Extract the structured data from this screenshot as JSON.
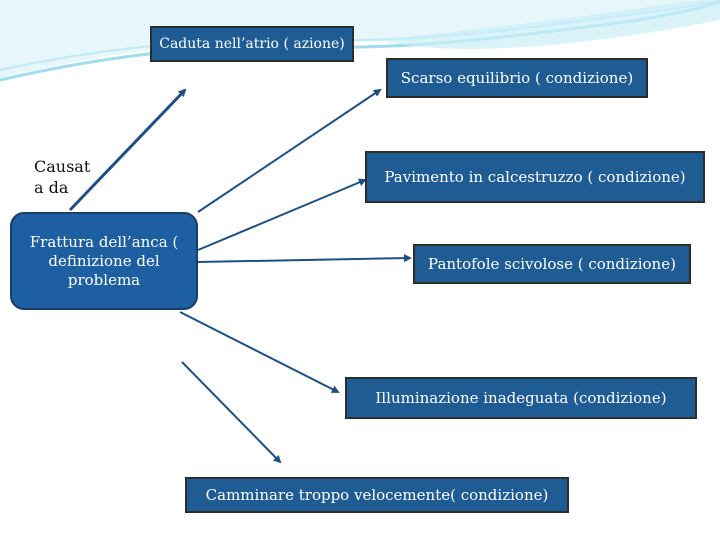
{
  "diagram": {
    "top_node": "Caduta nell’atrio ( azione)",
    "caused_by": "Causat\na da",
    "center_node": "Frattura dell’anca ( definizione del problema",
    "conditions": [
      "Scarso equilibrio ( condizione)",
      "Pavimento in calcestruzzo ( condizione)",
      "Pantofole scivolose ( condizione)",
      "Illuminazione inadeguata (condizione)",
      "Camminare troppo velocemente( condizione)"
    ]
  },
  "colors": {
    "box_fill": "#1f5c94",
    "center_fill": "#1d5fa0",
    "arrow": "#1f4f82",
    "wave": "#8fd6e8"
  }
}
